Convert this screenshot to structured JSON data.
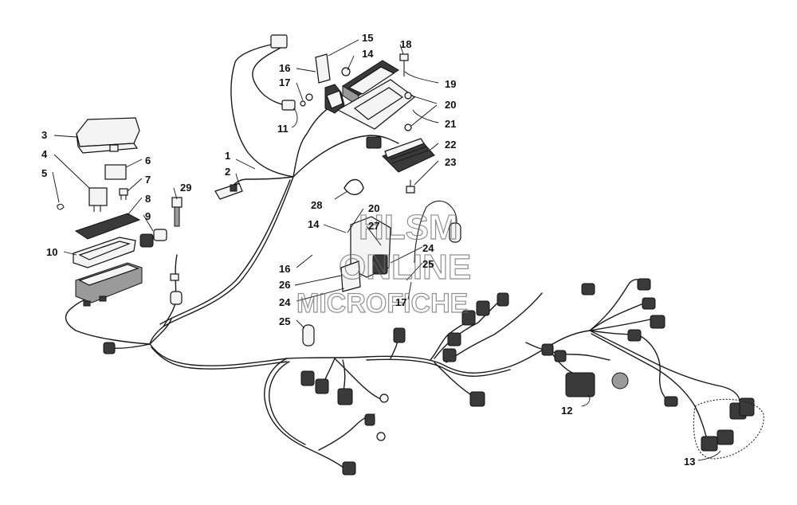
{
  "watermark": {
    "line1": "HLSM",
    "line2": "ONLINE",
    "line3": "MICROFICHE"
  },
  "callouts": [
    {
      "id": "c1",
      "label": "1"
    },
    {
      "id": "c2",
      "label": "2"
    },
    {
      "id": "c3",
      "label": "3"
    },
    {
      "id": "c4",
      "label": "4"
    },
    {
      "id": "c5",
      "label": "5"
    },
    {
      "id": "c6",
      "label": "6"
    },
    {
      "id": "c7",
      "label": "7"
    },
    {
      "id": "c8",
      "label": "8"
    },
    {
      "id": "c9",
      "label": "9"
    },
    {
      "id": "c10",
      "label": "10"
    },
    {
      "id": "c11",
      "label": "11"
    },
    {
      "id": "c12",
      "label": "12"
    },
    {
      "id": "c13",
      "label": "13"
    },
    {
      "id": "c14a",
      "label": "14"
    },
    {
      "id": "c14b",
      "label": "14"
    },
    {
      "id": "c15",
      "label": "15"
    },
    {
      "id": "c16a",
      "label": "16"
    },
    {
      "id": "c16b",
      "label": "16"
    },
    {
      "id": "c17a",
      "label": "17"
    },
    {
      "id": "c17b",
      "label": "17"
    },
    {
      "id": "c18",
      "label": "18"
    },
    {
      "id": "c19",
      "label": "19"
    },
    {
      "id": "c20a",
      "label": "20"
    },
    {
      "id": "c20b",
      "label": "20"
    },
    {
      "id": "c21",
      "label": "21"
    },
    {
      "id": "c22",
      "label": "22"
    },
    {
      "id": "c23",
      "label": "23"
    },
    {
      "id": "c24a",
      "label": "24"
    },
    {
      "id": "c24b",
      "label": "24"
    },
    {
      "id": "c25a",
      "label": "25"
    },
    {
      "id": "c25b",
      "label": "25"
    },
    {
      "id": "c26",
      "label": "26"
    },
    {
      "id": "c27",
      "label": "27"
    },
    {
      "id": "c28",
      "label": "28"
    },
    {
      "id": "c29",
      "label": "29"
    }
  ]
}
